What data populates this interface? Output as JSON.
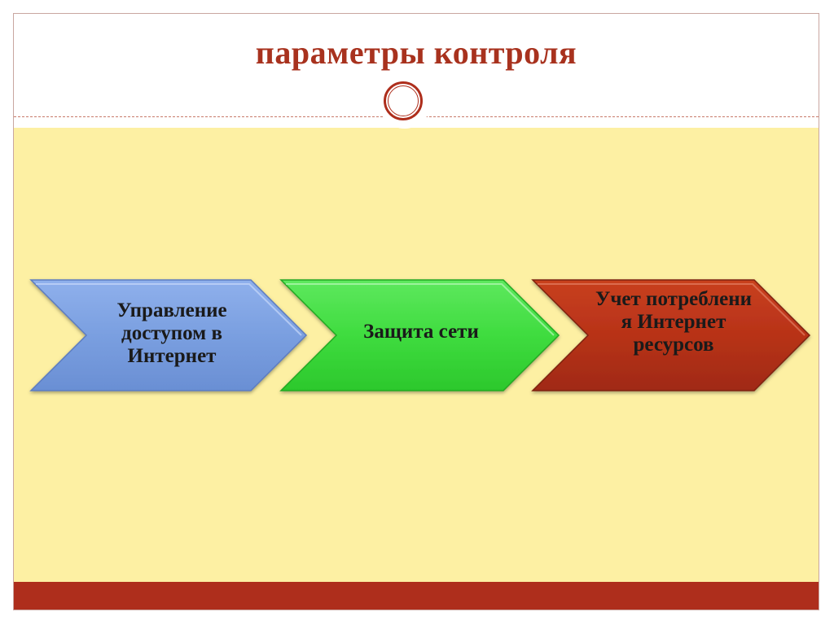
{
  "slide": {
    "title": "параметры контроля"
  },
  "process": {
    "steps": [
      {
        "label": "Управление доступом в Интернет",
        "color": "#7a9fe0"
      },
      {
        "label": "Защита сети",
        "color": "#3fdc3f"
      },
      {
        "label": "Учет потреблени я Интернет ресурсов",
        "color": "#b83218"
      }
    ]
  },
  "colors": {
    "title": "#a8321e",
    "content_background": "#fdf0a3",
    "footer": "#ae2e1c"
  }
}
